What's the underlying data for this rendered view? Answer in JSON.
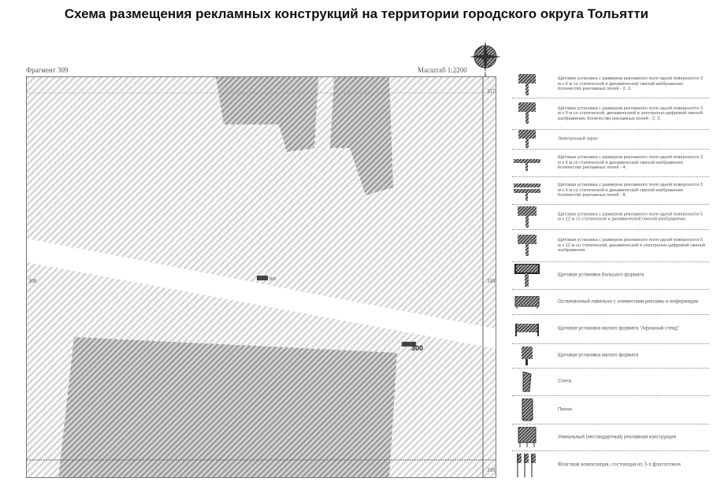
{
  "title": "Схема размещения рекламных конструкций на территории городского округа Тольятти",
  "map": {
    "fragment_label": "Фрагмент 309",
    "scale_label": "Масштаб 1:2200",
    "edge_labels": {
      "top_right": "317",
      "left": "308",
      "right": "318",
      "bottom_right": "318"
    },
    "marker_labels": [
      "309",
      "300"
    ],
    "compass_icon": "compass-rose-icon"
  },
  "legend": {
    "items": [
      {
        "icon": "billboard-3x6-static-dynamic-icon",
        "text": "Щитовая установка с размером рекламного поля одной поверхности 3 м х 6 м со статической и динамической сменой изображения. Количество рекламных полей - 2, 3."
      },
      {
        "icon": "billboard-3x6-digital-icon",
        "text": "Щитовая установка с размером рекламного поля одной поверхности 3 м х 6 м со статической, динамической и электронно-цифровой сменой изображения. Количество рекламных полей - 2, 3."
      },
      {
        "icon": "electronic-screen-icon",
        "text": "Электронный экран"
      },
      {
        "icon": "billboard-3x6-four-fields-icon",
        "text": "Щитовая установка с размером рекламного поля одной поверхности 3 м х 6 м со статической и динамической сменой изображения. Количество рекламных полей - 4."
      },
      {
        "icon": "billboard-3x6-eight-fields-icon",
        "text": "Щитовая установка с размером рекламного поля одной поверхности 3 м х 6 м со статической и динамической сменой изображения. Количество рекламных полей - 8."
      },
      {
        "icon": "billboard-5x12-static-icon",
        "text": "Щитовая установка с размером рекламного поля одной поверхности 5 м х 12 м со статической и динамической сменой изображения."
      },
      {
        "icon": "billboard-5x12-digital-icon",
        "text": "Щитовая установка с размером рекламного поля одной поверхности 5 м х 12 м со статической, динамической и электронно-цифровой сменой изображения"
      },
      {
        "icon": "large-format-billboard-icon",
        "text": "Щитовая установка большого формата"
      },
      {
        "icon": "bus-stop-pavilion-icon",
        "text": "Остановочный павильон с элементами рекламы и информации"
      },
      {
        "icon": "small-format-city-board-icon",
        "text": "Щитовая установка малого формата \"Афишный стенд\""
      },
      {
        "icon": "small-format-billboard-icon",
        "text": "Щитовая установка малого формата"
      },
      {
        "icon": "stela-icon",
        "text": "Стела"
      },
      {
        "icon": "pylon-icon",
        "text": "Пилон"
      },
      {
        "icon": "unique-construction-icon",
        "text": "Уникальный (нестандартный) рекламная конструкция"
      },
      {
        "icon": "flag-composition-icon",
        "text": "Флаговая композиция, состоящая из 3-х флагштоков"
      }
    ]
  }
}
